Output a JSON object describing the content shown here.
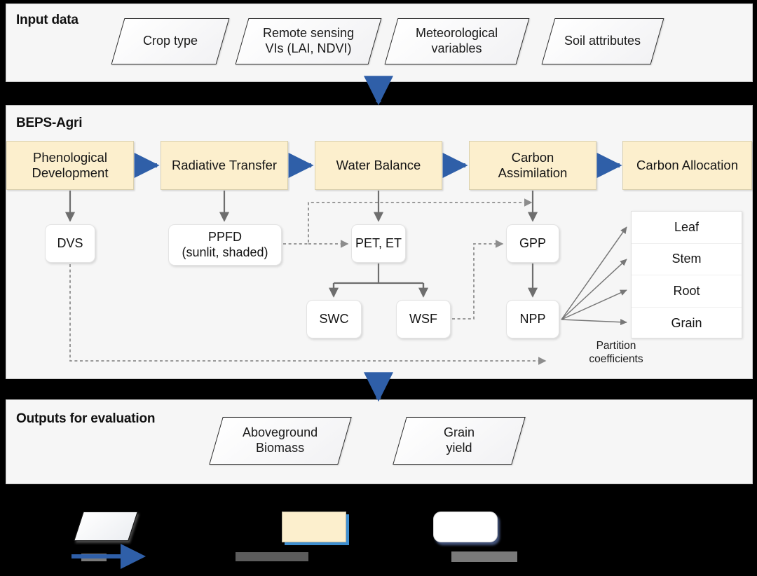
{
  "sections": {
    "input": {
      "title": "Input data"
    },
    "model": {
      "title": "BEPS-Agri"
    },
    "outputs": {
      "title": "Outputs for evaluation"
    }
  },
  "input_data": [
    {
      "label": "Crop type",
      "shape": "parallelogram"
    },
    {
      "label": "Remote sensing\nVIs (LAI, NDVI)",
      "line1": "Remote sensing",
      "line2": "VIs (LAI, NDVI)",
      "shape": "parallelogram"
    },
    {
      "label": "Meteorological\nvariables",
      "line1": "Meteorological",
      "line2": "variables",
      "shape": "parallelogram"
    },
    {
      "label": "Soil attributes",
      "shape": "parallelogram"
    }
  ],
  "processes": [
    {
      "line1": "Phenological",
      "line2": "Development"
    },
    {
      "line1": "Radiative Transfer",
      "line2": ""
    },
    {
      "line1": "Water Balance",
      "line2": ""
    },
    {
      "line1": "Carbon",
      "line2": "Assimilation"
    },
    {
      "line1": "Carbon Allocation",
      "line2": ""
    }
  ],
  "variables": [
    {
      "id": "dvs",
      "label": "DVS"
    },
    {
      "id": "ppfd",
      "line1": "PPFD",
      "line2": "(sunlit, shaded)"
    },
    {
      "id": "pet_et",
      "label": "PET, ET"
    },
    {
      "id": "gpp",
      "label": "GPP"
    },
    {
      "id": "swc",
      "label": "SWC"
    },
    {
      "id": "wsf",
      "label": "WSF"
    },
    {
      "id": "npp",
      "label": "NPP"
    }
  ],
  "organ_pools": [
    {
      "label": "Leaf"
    },
    {
      "label": "Stem"
    },
    {
      "label": "Root"
    },
    {
      "label": "Grain"
    }
  ],
  "annotations": {
    "partition_line1": "Partition",
    "partition_line2": "coefficients"
  },
  "output_data": [
    {
      "line1": "Aboveground",
      "line2": "Biomass"
    },
    {
      "line1": "Grain",
      "line2": "yield"
    }
  ],
  "legend": {
    "items": [
      {
        "swatch": "parallelogram",
        "label": ""
      },
      {
        "swatch": "process-box",
        "label": ""
      },
      {
        "swatch": "variable-box",
        "label": ""
      }
    ],
    "connectors": [
      {
        "style": "solid-blue-arrow",
        "label": ""
      },
      {
        "style": "solid-gray-arrow",
        "label": ""
      },
      {
        "style": "dashed-gray-arrow",
        "label": ""
      }
    ]
  },
  "colors": {
    "panel_background": "#f6f6f6",
    "process_fill": "#fcefcd",
    "process_border": "#d9cfae",
    "variable_fill": "#ffffff",
    "blue_arrow": "#2f5fa8",
    "gray_arrow": "#6e6e6e",
    "dashed_arrow": "#8d8d8d",
    "divider": "#000000",
    "legend_background": "#000000",
    "redaction": "#7a7a7a"
  }
}
